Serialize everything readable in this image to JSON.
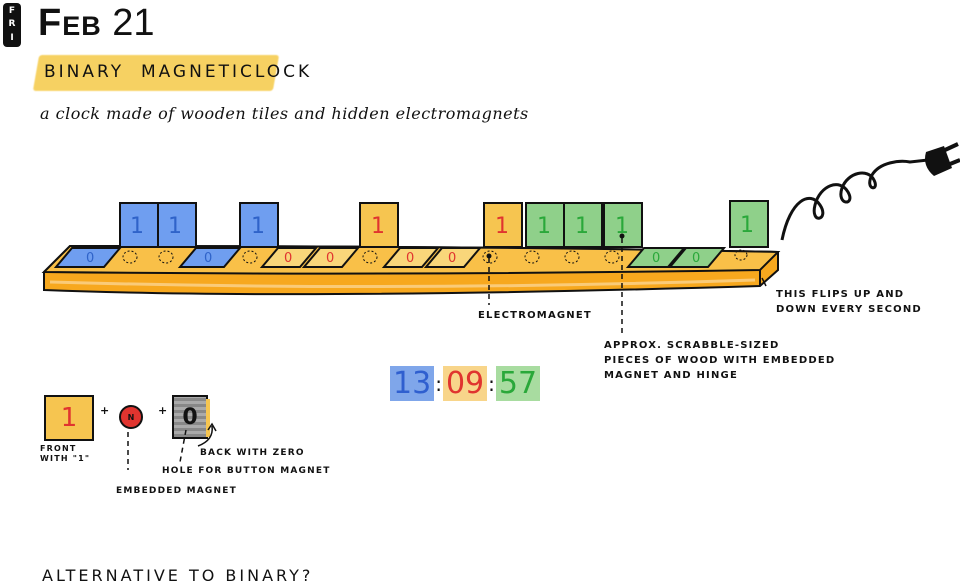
{
  "header": {
    "day_letters": [
      "F",
      "R",
      "I"
    ],
    "date_month": "Feb",
    "date_day": "21",
    "title": "BINARY  MAGNETICLOCK",
    "tagline": "a clock made of wooden tiles and hidden electromagnets"
  },
  "colors": {
    "hours": "#6f9ef0",
    "minutes": "#f6c550",
    "seconds": "#8fd08a",
    "base": "#f7a81e",
    "hours_text": "#2f63c9",
    "minutes_text": "#e0342f",
    "seconds_text": "#2aa83a",
    "highlight": "#f6cd52",
    "ink": "#111111"
  },
  "clock": {
    "time_hours": "13",
    "time_minutes": "09",
    "time_seconds": "57",
    "separator": ":",
    "tiles": [
      {
        "group": "hours",
        "bit": "0",
        "state": "flat"
      },
      {
        "group": "hours",
        "bit": "1",
        "state": "up"
      },
      {
        "group": "hours",
        "bit": "1",
        "state": "up"
      },
      {
        "group": "hours",
        "bit": "0",
        "state": "flat"
      },
      {
        "group": "hours",
        "bit": "1",
        "state": "up"
      },
      {
        "group": "minutes",
        "bit": "0",
        "state": "flat"
      },
      {
        "group": "minutes",
        "bit": "0",
        "state": "flat"
      },
      {
        "group": "minutes",
        "bit": "1",
        "state": "up"
      },
      {
        "group": "minutes",
        "bit": "0",
        "state": "flat"
      },
      {
        "group": "minutes",
        "bit": "0",
        "state": "flat"
      },
      {
        "group": "minutes",
        "bit": "1",
        "state": "up"
      },
      {
        "group": "seconds",
        "bit": "1",
        "state": "up"
      },
      {
        "group": "seconds",
        "bit": "1",
        "state": "up"
      },
      {
        "group": "seconds",
        "bit": "1",
        "state": "up"
      },
      {
        "group": "seconds",
        "bit": "0",
        "state": "flat"
      },
      {
        "group": "seconds",
        "bit": "0",
        "state": "flat"
      },
      {
        "group": "seconds",
        "bit": "1",
        "state": "up"
      }
    ]
  },
  "annotations": {
    "electromagnet": "ELECTROMAGNET",
    "pieces_line1": "APPROX. SCRABBLE-SIZED",
    "pieces_line2": "PIECES OF WOOD WITH EMBEDDED",
    "pieces_line3": "MAGNET AND HINGE",
    "flip_line1": "THIS FLIPS UP AND",
    "flip_line2": "DOWN EVERY SECOND"
  },
  "parts": {
    "front_digit": "1",
    "front_label_line1": "FRONT",
    "front_label_line2": "WITH \"1\"",
    "plus": "+",
    "magnet_letter": "N",
    "magnet_label": "EMBEDDED MAGNET",
    "back_digit": "0",
    "back_label": "BACK WITH ZERO",
    "hole_label": "HOLE FOR BUTTON MAGNET"
  },
  "footer": {
    "question": "ALTERNATIVE TO BINARY?"
  }
}
